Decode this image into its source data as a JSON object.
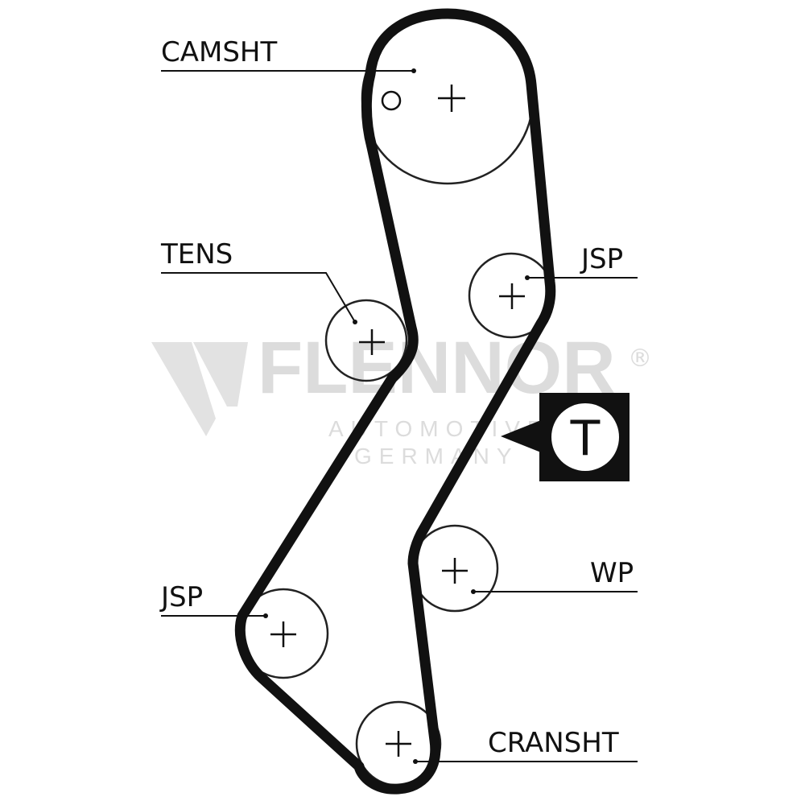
{
  "labels": {
    "camshaft": "CAMSHT",
    "tensioner": "TENS",
    "idler_upper": "JSP",
    "idler_lower": "JSP",
    "water_pump": "WP",
    "crankshaft": "CRANSHT"
  },
  "watermark": {
    "brand": "FLENNOR",
    "registered": "®",
    "line1": "AUTOMOTIVE",
    "line2": "GERMANY"
  },
  "tension_symbol": "T",
  "colors": {
    "belt": "#111111",
    "pulley": "#222222",
    "watermark": "#dcdcdc",
    "background": "#ffffff"
  }
}
